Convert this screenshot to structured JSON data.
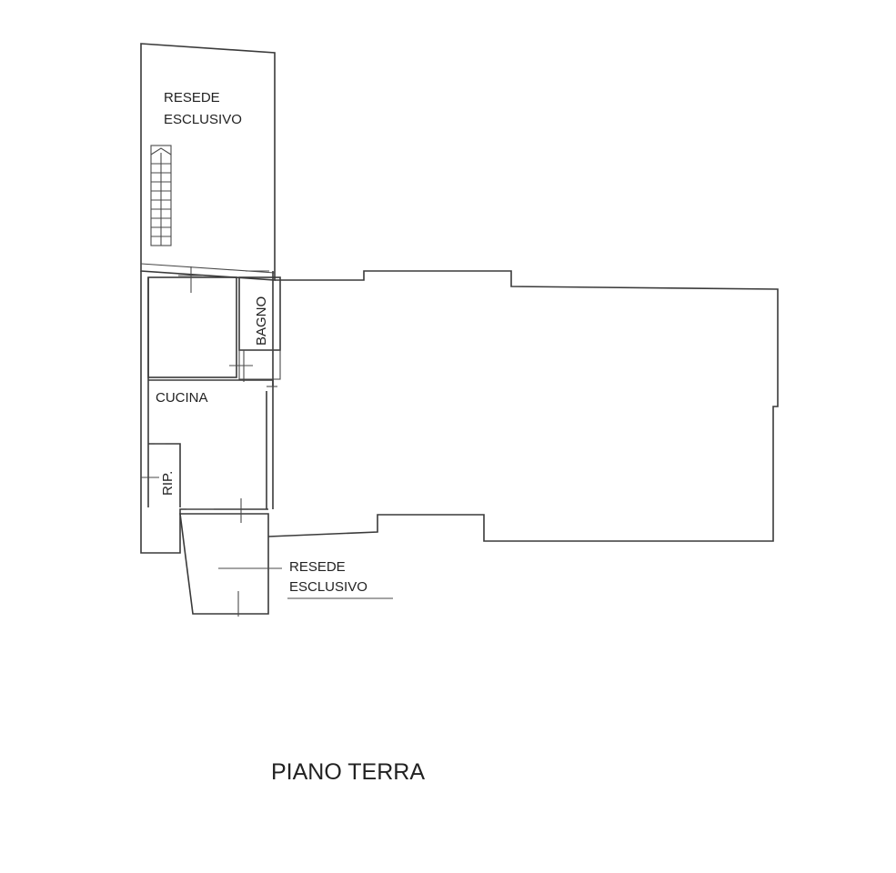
{
  "rooms": {
    "resede_top_line1": "RESEDE",
    "resede_top_line2": "ESCLUSIVO",
    "bagno": "BAGNO",
    "cucina": "CUCINA",
    "rip": "RIP.",
    "resede_bottom_line1": "RESEDE",
    "resede_bottom_line2": "ESCLUSIVO"
  },
  "title": "PIANO TERRA",
  "colors": {
    "ink": "#3a3a3a",
    "paper": "#ffffff"
  }
}
